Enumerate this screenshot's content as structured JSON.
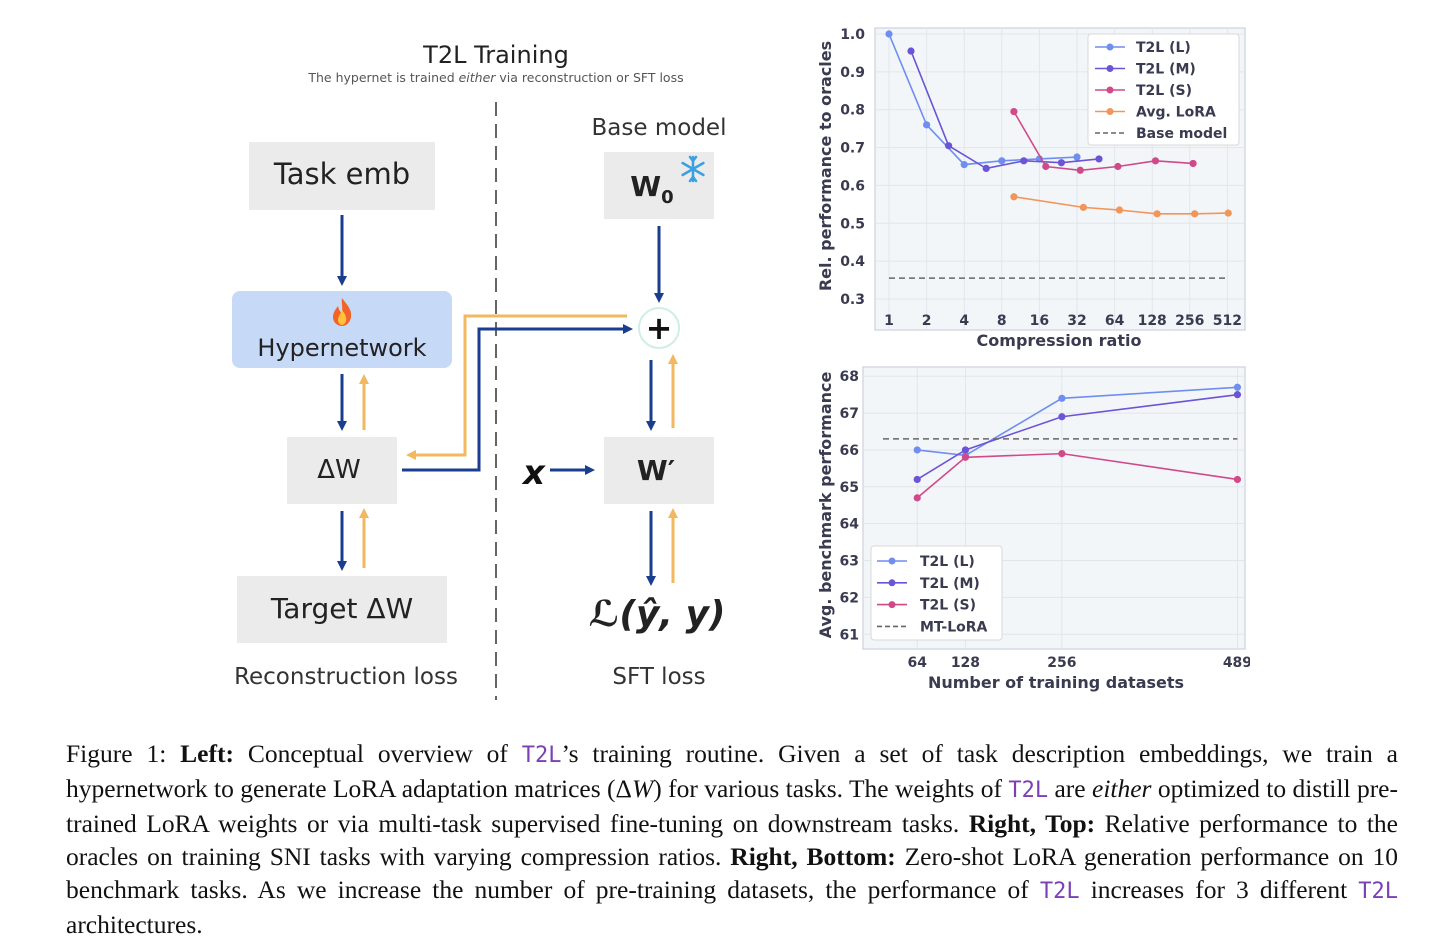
{
  "diagram": {
    "title": "T2L Training",
    "subtitle_pre": "The hypernet is trained ",
    "subtitle_em": "either",
    "subtitle_post": " via reconstruction or SFT loss",
    "base_model_label": "Base model",
    "task_emb": "Task emb",
    "hypernetwork": "Hypernetwork",
    "delta_w": "ΔW",
    "target_delta_w": "Target ΔW",
    "w0": "W",
    "w0_sub": "0",
    "w_prime": "W′",
    "x": "x",
    "loss": "ℒ(ŷ, y)",
    "plus": "+",
    "reconstruction_loss": "Reconstruction loss",
    "sft_loss": "SFT loss",
    "fire_icon": "fire-icon",
    "snowflake_icon": "snowflake-icon",
    "colors": {
      "forward": "#1a3d8f",
      "backward": "#f2b860",
      "box": "#ebebeb",
      "hyper_box": "#c6d9f7"
    }
  },
  "chart_data": [
    {
      "type": "line",
      "xlabel": "Compression ratio",
      "ylabel": "Rel. performance to oracles",
      "x_scale": "log2",
      "x_ticks": [
        "1",
        "2",
        "4",
        "8",
        "16",
        "32",
        "64",
        "128",
        "256",
        "512"
      ],
      "y_ticks": [
        "0.3",
        "0.4",
        "0.5",
        "0.6",
        "0.7",
        "0.8",
        "0.9",
        "1.0"
      ],
      "ylim": [
        0.28,
        1.02
      ],
      "grid": true,
      "legend": "top-right",
      "series": [
        {
          "name": "T2L (L)",
          "color": "#6f8ef0",
          "x": [
            1,
            2,
            4,
            8,
            16,
            32
          ],
          "y": [
            1.0,
            0.76,
            0.655,
            0.665,
            0.67,
            0.675
          ]
        },
        {
          "name": "T2L (M)",
          "color": "#6b54d6",
          "x": [
            1.5,
            3,
            6,
            12,
            24,
            48
          ],
          "y": [
            0.955,
            0.705,
            0.645,
            0.665,
            0.66,
            0.67
          ]
        },
        {
          "name": "T2L (S)",
          "color": "#d04a8a",
          "x": [
            10,
            18,
            34,
            68,
            136,
            272
          ],
          "y": [
            0.795,
            0.65,
            0.64,
            0.65,
            0.665,
            0.658
          ]
        },
        {
          "name": "Avg. LoRA",
          "color": "#f2955a",
          "x": [
            10,
            36,
            70,
            140,
            280,
            520
          ],
          "y": [
            0.57,
            0.542,
            0.535,
            0.525,
            0.525,
            0.527
          ]
        },
        {
          "name": "Base model",
          "color": "#666666",
          "dashed": true,
          "x": [
            1,
            520
          ],
          "y": [
            0.355,
            0.355
          ]
        }
      ]
    },
    {
      "type": "line",
      "xlabel": "Number of training datasets",
      "ylabel": "Avg. benchmark performance",
      "x_ticks": [
        "64",
        "128",
        "256",
        "489"
      ],
      "x_tick_values": [
        64,
        128,
        256,
        489
      ],
      "y_ticks": [
        "61",
        "62",
        "63",
        "64",
        "65",
        "66",
        "67",
        "68"
      ],
      "ylim": [
        60.6,
        68.25
      ],
      "xlim": [
        0,
        507
      ],
      "grid": true,
      "legend": "bottom-left",
      "series": [
        {
          "name": "T2L (L)",
          "color": "#6f8ef0",
          "x": [
            64,
            128,
            256,
            489
          ],
          "y": [
            66.0,
            65.85,
            67.4,
            67.7
          ]
        },
        {
          "name": "T2L (M)",
          "color": "#6b54d6",
          "x": [
            64,
            128,
            256,
            489
          ],
          "y": [
            65.2,
            66.0,
            66.9,
            67.5
          ]
        },
        {
          "name": "T2L (S)",
          "color": "#d04a8a",
          "x": [
            64,
            128,
            256,
            489
          ],
          "y": [
            64.7,
            65.8,
            65.9,
            65.2
          ]
        },
        {
          "name": "MT-LoRA",
          "color": "#666666",
          "dashed": true,
          "x": [
            0,
            489
          ],
          "y": [
            66.3,
            66.3
          ]
        }
      ]
    }
  ],
  "caption": {
    "fig": "Figure 1: ",
    "left_label": "Left:",
    "t1": " Conceptual overview of ",
    "code": "T2L",
    "t2": "’s training routine. Given a set of task description embeddings, we train a hypernetwork to generate LoRA adaptation matrices (Δ",
    "w_italic": "W",
    "t3": ") for various tasks. The weights of ",
    "t4": " are ",
    "either": "either",
    "t5": " optimized to distill pre-trained LoRA weights or via multi-task supervised fine-tuning on downstream tasks. ",
    "right_top_label": "Right, Top:",
    "t6": " Relative performance to the oracles on training SNI tasks with varying compression ratios. ",
    "right_bottom_label": "Right, Bottom:",
    "t7": " Zero-shot LoRA generation performance on 10 benchmark tasks. As we increase the number of pre-training datasets, the performance of ",
    "t8": " increases for 3 different ",
    "t9": " architectures."
  }
}
